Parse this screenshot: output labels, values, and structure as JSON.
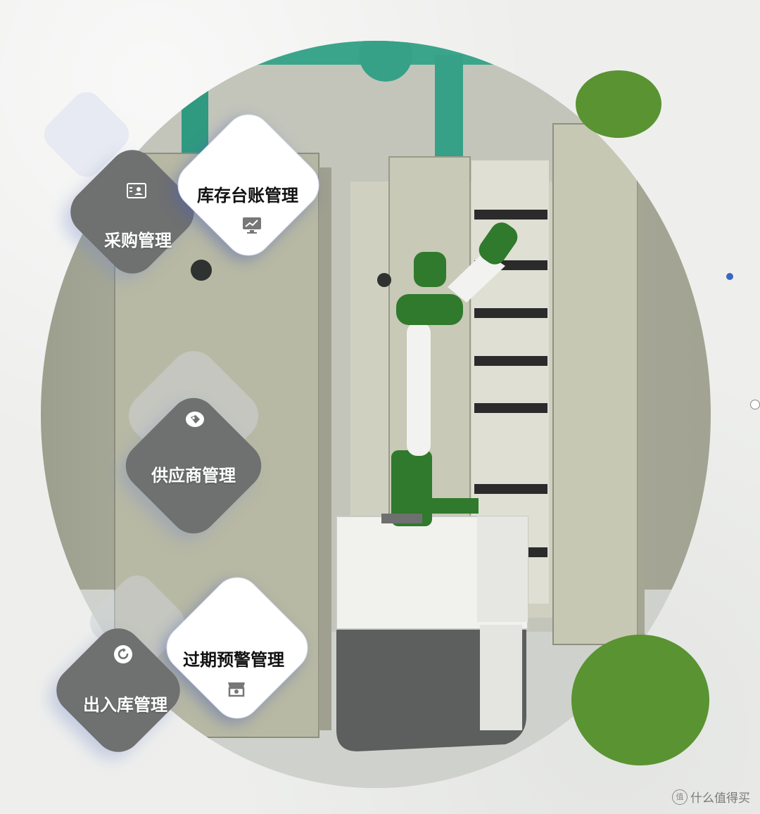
{
  "menu": {
    "purchase": {
      "label": "采购管理",
      "icon": "id-card-icon"
    },
    "inventory_ledger": {
      "label": "库存台账管理",
      "icon": "monitor-chart-icon"
    },
    "supplier": {
      "label": "供应商管理",
      "icon": "tag-icon"
    },
    "expiry_warning": {
      "label": "过期预警管理",
      "icon": "store-icon"
    },
    "stock_in_out": {
      "label": "出入库管理",
      "icon": "refresh-icon"
    }
  },
  "watermark": {
    "text": "什么值得买",
    "badge": "值"
  },
  "colors": {
    "accent_green": "#5a9332",
    "robot_green": "#2f7a2c",
    "card_gray": "#6f7070",
    "blue_dot": "#3a66c4"
  }
}
